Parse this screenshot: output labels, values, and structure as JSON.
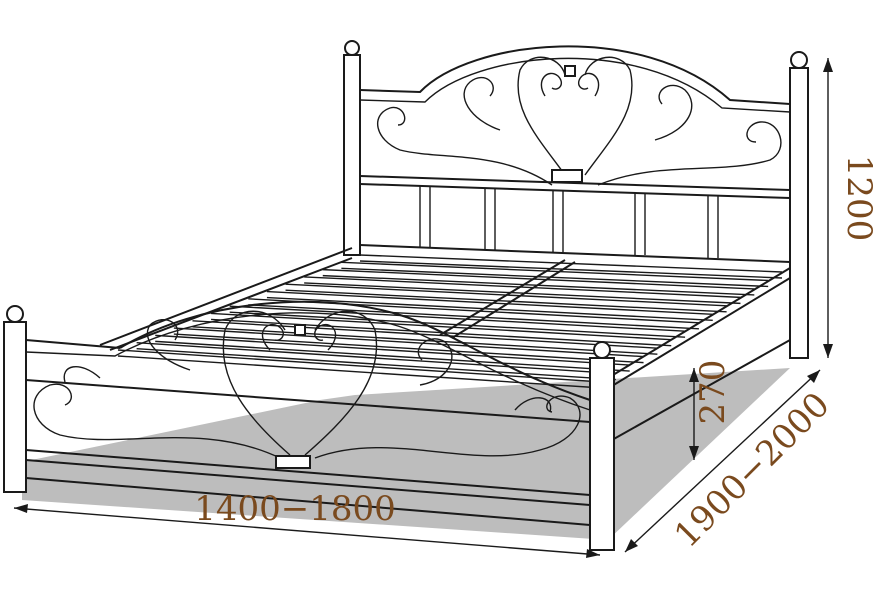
{
  "dimensions": {
    "width": "1400−1800",
    "length": "1900−2000",
    "height": "1200",
    "footboard_height": "270"
  },
  "colors": {
    "dimension_text": "#7a4a1e",
    "shadow": "#bdbdbd",
    "line": "#1a1a1a"
  }
}
